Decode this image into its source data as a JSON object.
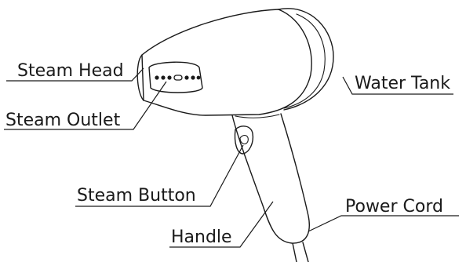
{
  "diagram": {
    "labels": {
      "steam_head": "Steam Head",
      "steam_outlet": "Steam Outlet",
      "water_tank": "Water Tank",
      "steam_button": "Steam Button",
      "handle": "Handle",
      "power_cord": "Power Cord"
    },
    "colors": {
      "line": "#1a1a1a",
      "background": "#ffffff"
    }
  }
}
